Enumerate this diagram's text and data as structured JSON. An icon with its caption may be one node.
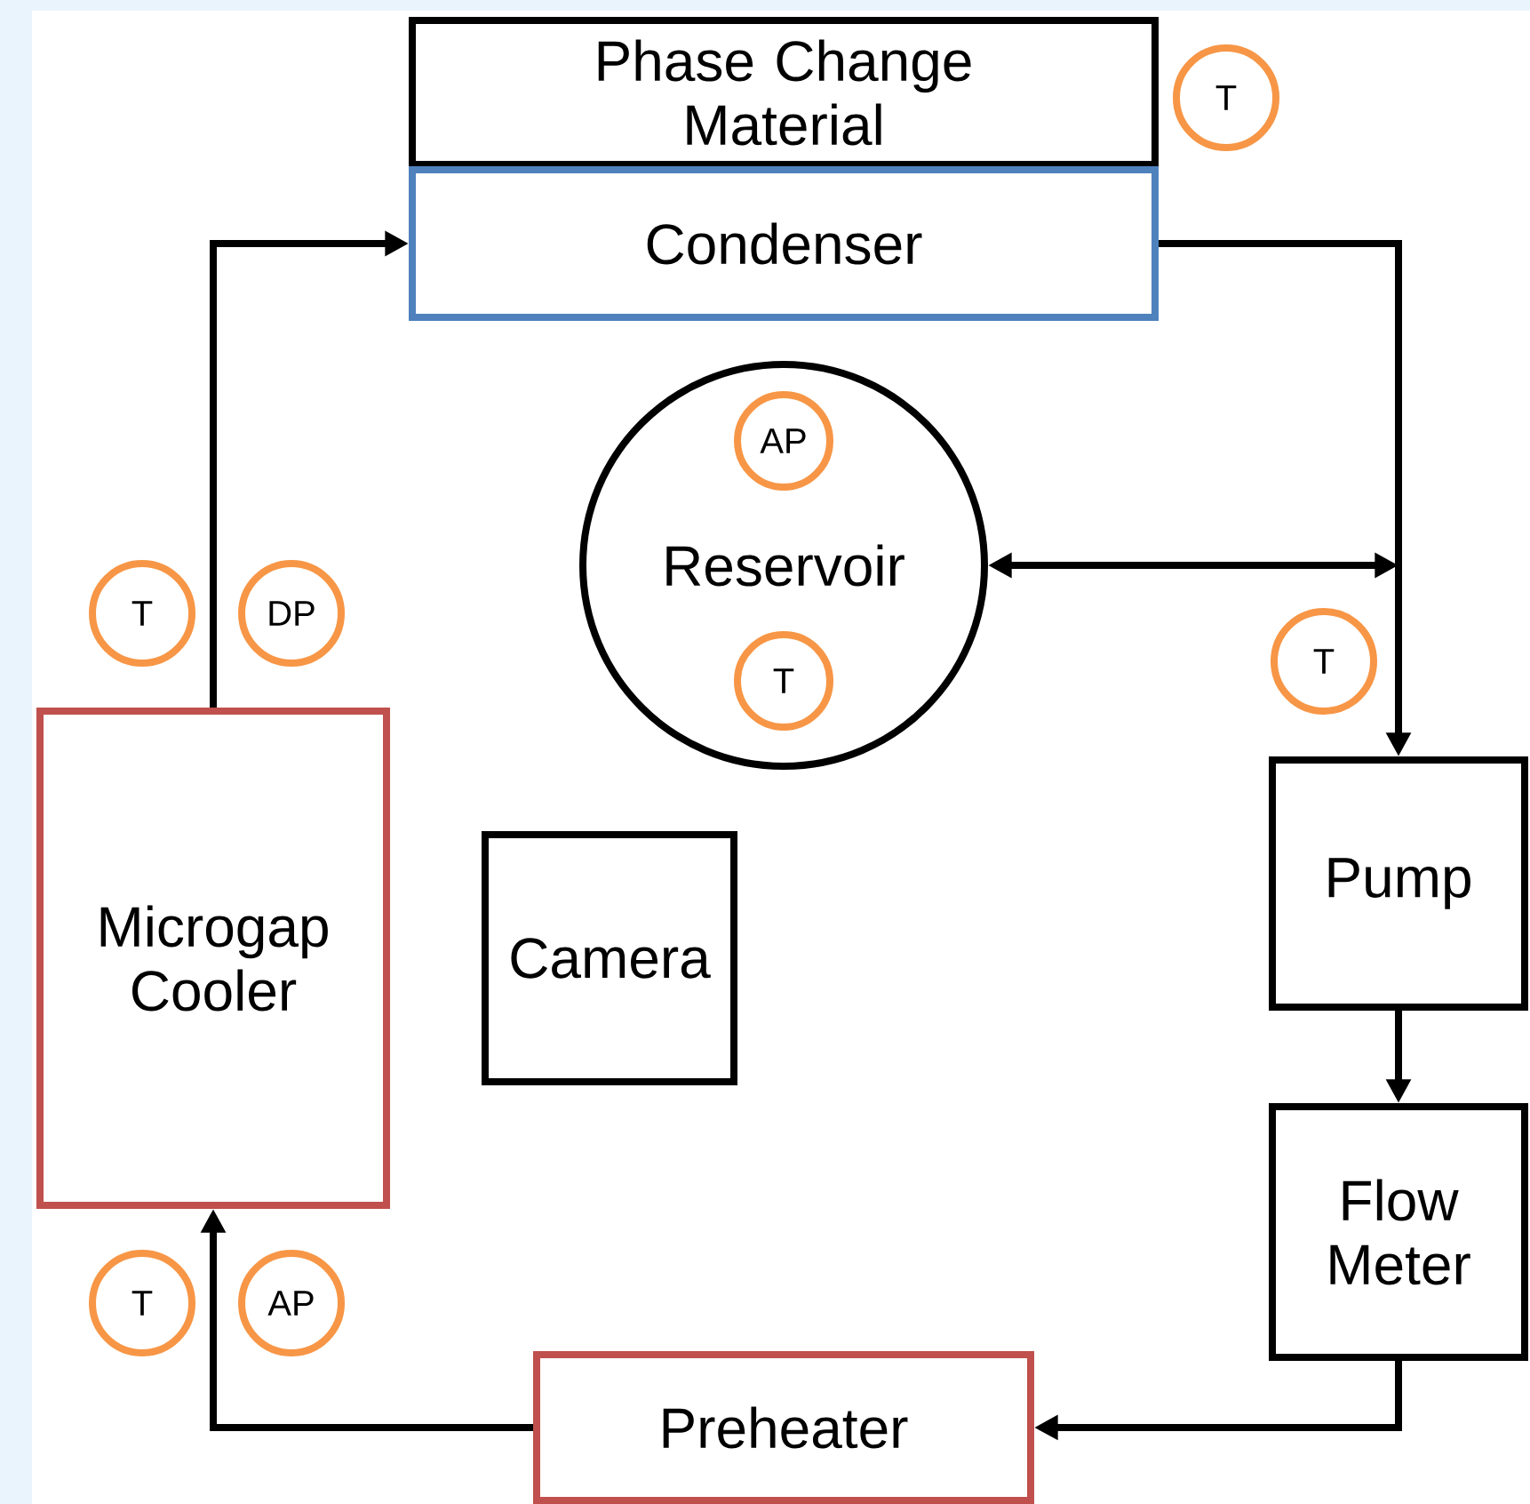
{
  "diagram": {
    "nodes": [
      {
        "text": [
          "Phase Change Material"
        ]
      },
      {
        "text": [
          "Condenser"
        ]
      },
      {
        "text": [
          "Reservoir"
        ]
      },
      {
        "text": [
          "Microgap Cooler"
        ]
      },
      {
        "text": [
          "Camera"
        ]
      },
      {
        "text": [
          "Pump"
        ]
      },
      {
        "text": [
          "Flow Meter"
        ]
      },
      {
        "text": [
          "Preheater"
        ]
      },
      {
        "text": [
          "T"
        ]
      },
      {
        "text": [
          "AP"
        ],
        "in": 2
      },
      {
        "text": [
          "T"
        ]
      },
      {
        "text": [
          "DP"
        ]
      },
      {
        "text": [
          "T"
        ]
      },
      {
        "text": [
          "T"
        ],
        "in": 2
      },
      {
        "text": [
          "T"
        ]
      },
      {
        "text": [
          "AP"
        ]
      }
    ],
    "edges": [
      {
        "from": 3,
        "to": 1,
        "arrow": "to"
      },
      {
        "from": 1,
        "to": 5,
        "arrow": "to"
      },
      {
        "from": 2,
        "to": null,
        "arrow": "both"
      },
      {
        "from": 5,
        "to": 6,
        "arrow": "to"
      },
      {
        "from": 6,
        "to": 7,
        "arrow": "to"
      },
      {
        "from": 7,
        "to": 3,
        "arrow": "to"
      }
    ]
  }
}
